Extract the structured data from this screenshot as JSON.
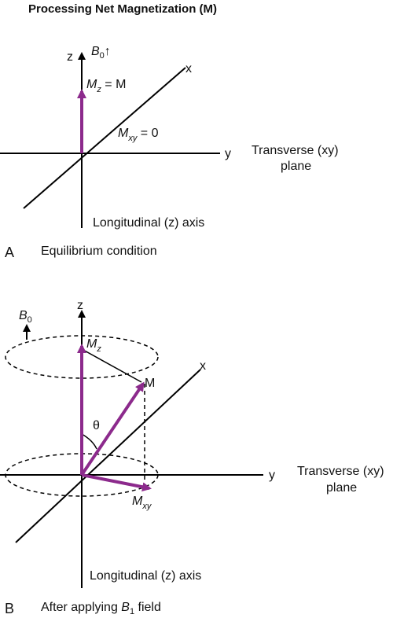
{
  "title": "Processing Net Magnetization (M)",
  "panel_a": {
    "letter": "A",
    "caption": "Equilibrium condition",
    "axis_x": "x",
    "axis_y": "y",
    "axis_z": "z",
    "b0_main": "B",
    "b0_sub": "0",
    "b0_arrow": "↑",
    "mz_main": "M",
    "mz_sub": "z",
    "mz_rest": " = M",
    "mxy_main": "M",
    "mxy_sub": "xy",
    "mxy_rest": " = 0",
    "transverse_line1": "Transverse (xy)",
    "transverse_line2": "plane",
    "longitudinal": "Longitudinal (z) axis"
  },
  "panel_b": {
    "letter": "B",
    "caption_prefix": "After applying ",
    "caption_b_main": "B",
    "caption_b_sub": "1",
    "caption_suffix": " field",
    "axis_x": "x",
    "axis_y": "y",
    "axis_z": "z",
    "b0_main": "B",
    "b0_sub": "0",
    "mz_main": "M",
    "mz_sub": "z",
    "m_label": "M",
    "theta": "θ",
    "mxy_main": "M",
    "mxy_sub": "xy",
    "transverse_line1": "Transverse (xy)",
    "transverse_line2": "plane",
    "longitudinal": "Longitudinal (z) axis"
  },
  "colors": {
    "vector": "#8c2a8c",
    "axis": "#000000"
  }
}
